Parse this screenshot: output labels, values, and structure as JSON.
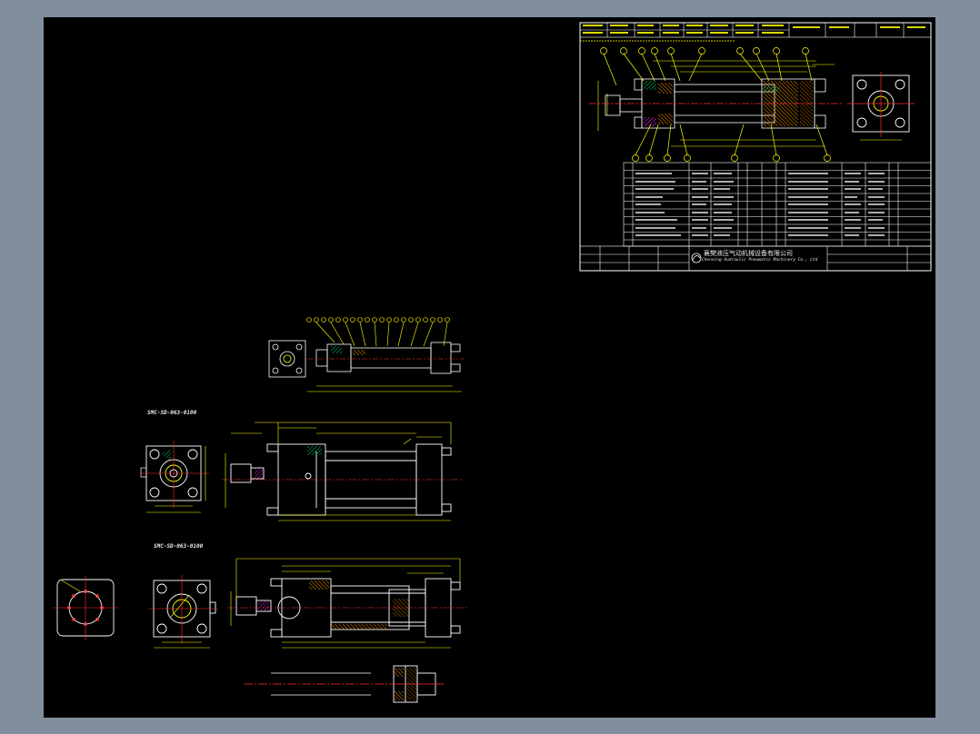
{
  "app": {
    "background_color": "#808e9e",
    "canvas_color": "#000000"
  },
  "drawing": {
    "view_labels": {
      "view1": "SMC-SD-063-0100",
      "view2": "SMC-SD-063-0100"
    },
    "title_block": {
      "company_cn": "襄樊液压气动机械设备有限公司",
      "company_en": "Chenning Hudraulic Pneumatic Machinery Co., Ltd"
    },
    "colors": {
      "outline": "#ffffff",
      "dimension": "#ffff00",
      "centerline": "#ff3030",
      "hatch_green": "#00d060",
      "hatch_magenta": "#ff30ff",
      "hatch_orange": "#ff9000",
      "cyan": "#00d8ff"
    },
    "icons": [
      "company-logo-icon"
    ]
  }
}
